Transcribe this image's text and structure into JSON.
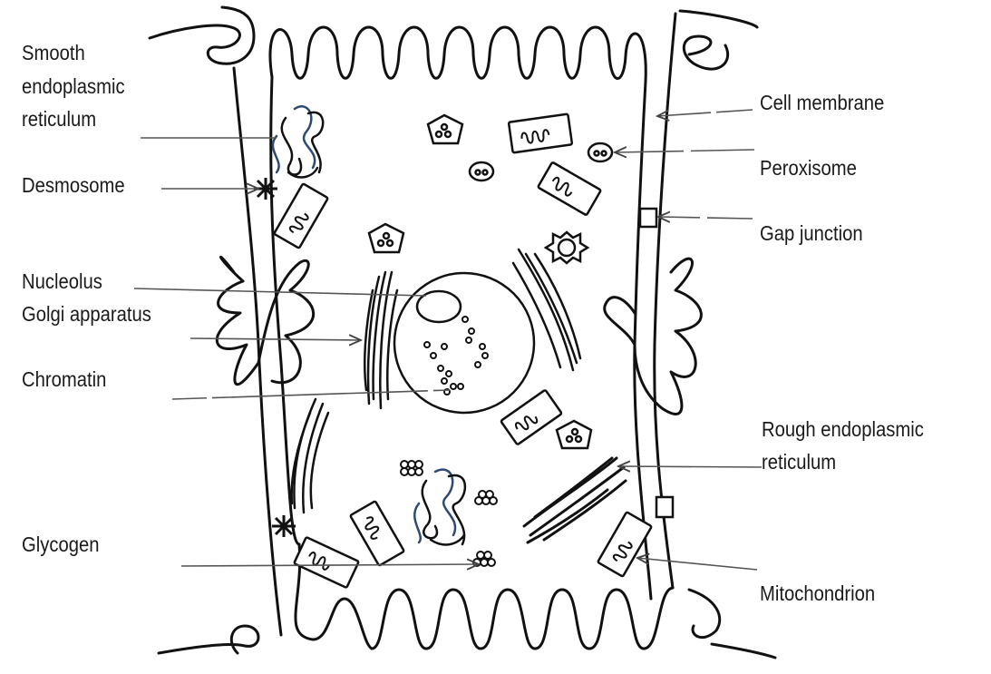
{
  "labels": {
    "smooth_er_line1": "Smooth",
    "smooth_er_line2": "endoplasmic",
    "smooth_er_line3": "reticulum",
    "desmosome": "Desmosome",
    "nucleolus": "Nucleolus",
    "golgi": "Golgi apparatus",
    "chromatin": "Chromatin",
    "glycogen": "Glycogen",
    "cell_membrane": "Cell membrane",
    "peroxisome": "Peroxisome",
    "gap_junction": "Gap junction",
    "rough_er_line1": "Rough endoplasmic",
    "rough_er_line2": "reticulum",
    "mitochondrion": "Mitochondrion"
  },
  "colors": {
    "ink": "#111111",
    "leader": "#555555",
    "text": "#1a1a1a",
    "er_blue": "#2d4a73"
  }
}
